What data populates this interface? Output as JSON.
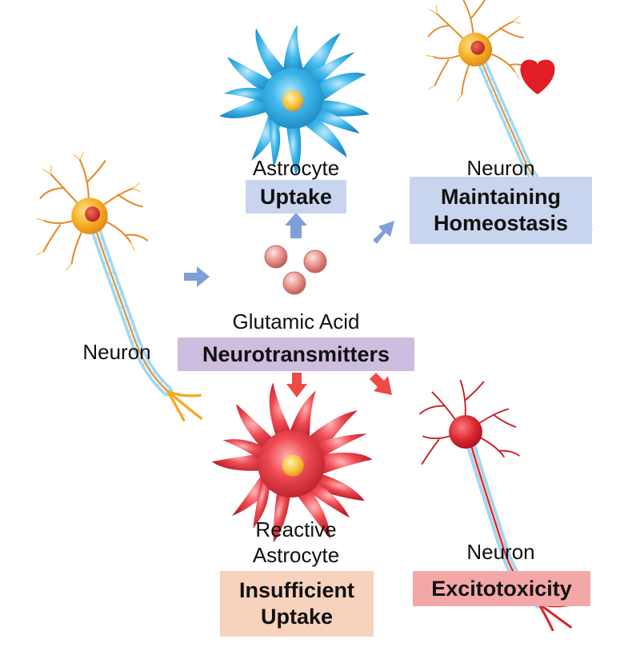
{
  "diagram": {
    "source": {
      "caption": "Neuron"
    },
    "center": {
      "caption": "Glutamic Acid",
      "label": "Neurotransmitters"
    },
    "astrocyte": {
      "caption": "Astrocyte",
      "label": "Uptake"
    },
    "healthy_neuron": {
      "caption": "Neuron",
      "label_line1": "Maintaining",
      "label_line2": "Homeostasis"
    },
    "reactive_astrocyte": {
      "caption_line1": "Reactive",
      "caption_line2": "Astrocyte",
      "label_line1": "Insufficient",
      "label_line2": "Uptake"
    },
    "damaged_neuron": {
      "caption": "Neuron",
      "label": "Excitotoxicity"
    }
  },
  "colors": {
    "blue_box": "#c9d5ee",
    "purple_box": "#cdbddf",
    "peach_box": "#f7d2bd",
    "pink_box": "#f3a8a8",
    "blue_arrow": "#7f9fd9",
    "red_arrow": "#ee4a48",
    "astrocyte_blue": "#2aa6df",
    "astrocyte_red": "#e23c45",
    "neuron_orange": "#f4a91e",
    "neuron_red": "#d9232e",
    "heart": "#e11d25",
    "glutamate_ball": "#e8918d"
  }
}
